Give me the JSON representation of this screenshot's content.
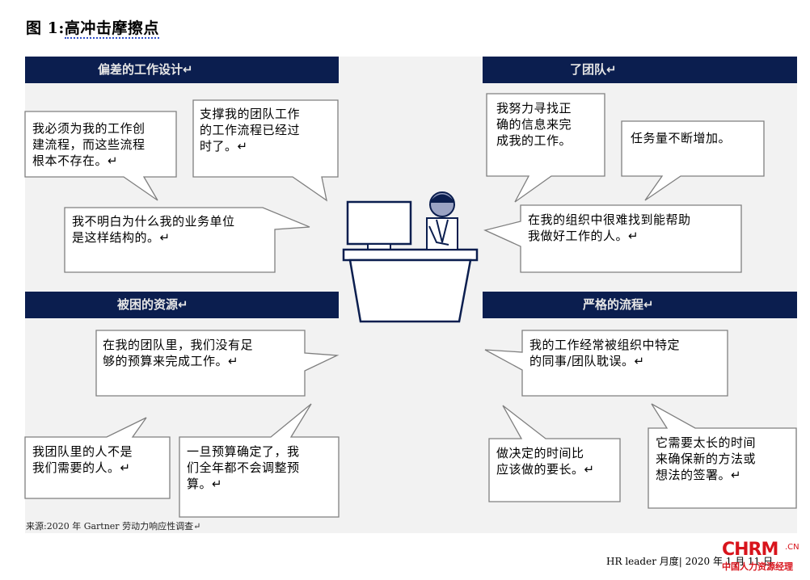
{
  "title": {
    "prefix": "图 1:",
    "main": "高冲击摩擦点"
  },
  "headers": {
    "top_left": "偏差的工作设计↵",
    "top_right": "了团队↵",
    "bottom_left": "被困的资源↵",
    "bottom_right": "严格的流程↵"
  },
  "bubbles": [
    {
      "lines": [
        "我必须为我的工作创",
        "建流程，而这些流程",
        "根本不存在。↵"
      ]
    },
    {
      "lines": [
        "支撑我的团队工作",
        "的工作流程已经过",
        "时了。↵"
      ]
    },
    {
      "lines": [
        "我不明白为什么我的业务单位",
        "是这样结构的。↵"
      ]
    },
    {
      "lines": [
        "我努力寻找正",
        "确的信息来完",
        "成我的工作。"
      ]
    },
    {
      "lines": [
        "任务量不断增加。"
      ]
    },
    {
      "lines": [
        "在我的组织中很难找到能帮助",
        "我做好工作的人。↵"
      ]
    },
    {
      "lines": [
        "在我的团队里，我们没有足",
        "够的预算来完成工作。↵"
      ]
    },
    {
      "lines": [
        "我团队里的人不是",
        "我们需要的人。↵"
      ]
    },
    {
      "lines": [
        "一旦预算确定了，我",
        "们全年都不会调整预",
        "算。↵"
      ]
    },
    {
      "lines": [
        "我的工作经常被组织中特定",
        "的同事/团队耽误。↵"
      ]
    },
    {
      "lines": [
        "做决定的时间比",
        "应该做的要长。↵"
      ]
    },
    {
      "lines": [
        "它需要太长的时间",
        "来确保新的方法或",
        "想法的签署。↵"
      ]
    }
  ],
  "source": "来源:2020 年 Gartner 劳动力响应性调查↵",
  "footer": "HR leader 月度| 2020 年 1 月 11 日",
  "logo": {
    "main": "CHRM",
    "cn": ".CN",
    "sub": "中国人力资源经理"
  },
  "colors": {
    "header_bg": "#0b1e4f",
    "panel_bg": "#f2f2f2",
    "logo_red": "#d8141c"
  }
}
